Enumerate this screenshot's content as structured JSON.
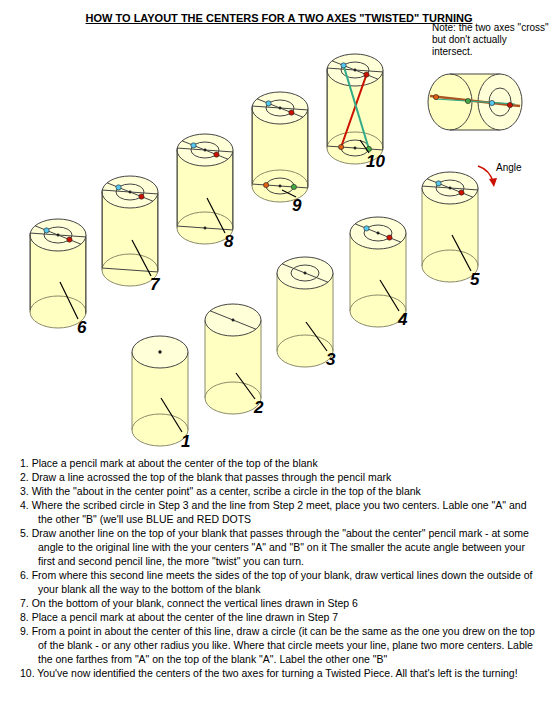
{
  "diagram": {
    "title": "HOW TO LAYOUT THE CENTERS FOR A TWO AXES \"TWISTED\" TURNING",
    "labels": [
      "Note: the two axes \"cross\" but don't actually intersect.",
      "Angle",
      "1",
      "2",
      "3",
      "4",
      "5",
      "6",
      "7",
      "8",
      "9",
      "10",
      "1. Place a pencil mark at about the center of the top of the blank",
      "2. Draw a line acrossed the top of the blank that passes through the pencil mark",
      "3. With the \"about in the center point\" as a center, scribe a circle in the top of the blank",
      "4. Where the scribed circle in Step 3 and the line from Step 2 meet, place you two centers. Lable one \"A\" and the other \"B\" (we'll use BLUE and RED DOTS",
      "5. Draw another line on the top of your blank that passes through the \"about the center\" pencil mark - at some angle to the original line with the your centers \"A\" and \"B\" on it The smaller the acute angle between your first and second pencil line, the more \"twist\" you can turn.",
      "6. From where this second line meets the sides of the top of your blank, draw vertical lines down the outside of your blank all the way to the bottom of the blank",
      "7. On the bottom of your blank, connect the vertical lines drawn in Step 6",
      "8. Place a pencil mark at about the center of the line drawn in Step 7",
      "9. From a point in about the center of this line, draw a circle (it can be the same as the one you drew on the top of the blank - or any other radius you like. Where that circle meets your line, plane two more centers. Lable the one farthes from \"A\" on the top of the blank \"A\". Label the other one \"B\"",
      "10. You've now identified the centers of the two axes for turning a Twisted Piece. All that's left is the turning!"
    ]
  }
}
